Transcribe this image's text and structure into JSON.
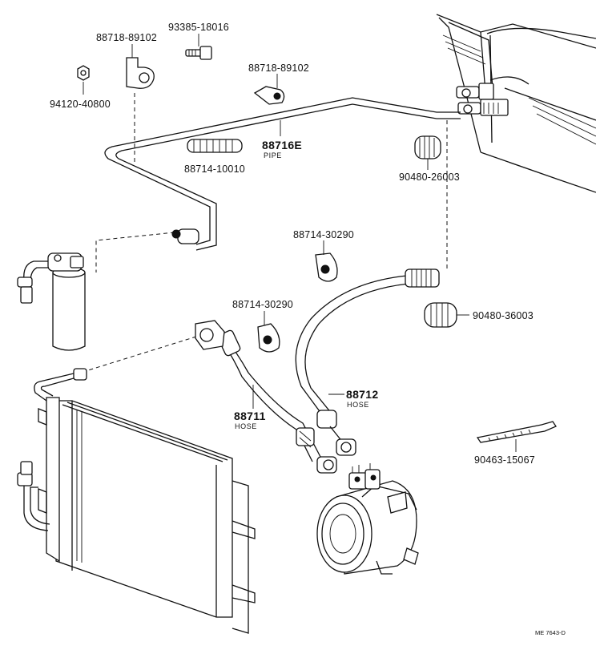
{
  "labels": {
    "p_88718_89102_a": "88718-89102",
    "p_93385_18016": "93385-18016",
    "p_94120_40800": "94120-40800",
    "p_88718_89102_b": "88718-89102",
    "p_88716e": "88716E",
    "p_88716e_sub": "PIPE",
    "p_88714_10010": "88714-10010",
    "p_90480_26003": "90480-26003",
    "p_88714_30290_a": "88714-30290",
    "p_88714_30290_b": "88714-30290",
    "p_90480_36003": "90480-36003",
    "p_88712": "88712",
    "p_88712_sub": "HOSE",
    "p_88711": "88711",
    "p_88711_sub": "HOSE",
    "p_90463_15067": "90463-15067",
    "ref_code": "ME 7643-D"
  }
}
